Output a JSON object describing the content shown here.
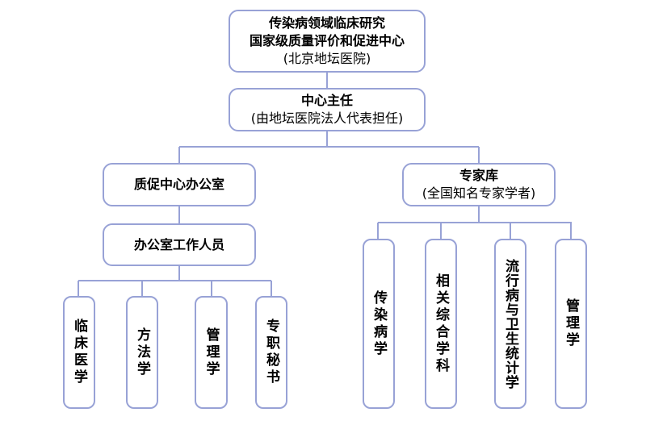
{
  "root": {
    "line1": "传染病领域临床研究",
    "line2": "国家级质量评价和促进中心",
    "sub": "(北京地坛医院)"
  },
  "director": {
    "title": "中心主任",
    "sub": "(由地坛医院法人代表担任)"
  },
  "office": {
    "title": "质促中心办公室"
  },
  "staff": {
    "title": "办公室工作人员"
  },
  "experts": {
    "title": "专家库",
    "sub": "(全国知名专家学者)"
  },
  "staff_roles": [
    "临床医学",
    "方法学",
    "管理学",
    "专职秘书"
  ],
  "expert_fields": [
    "传染病学",
    "相关综合学科",
    "流行病与卫生统计学",
    "管理学"
  ]
}
